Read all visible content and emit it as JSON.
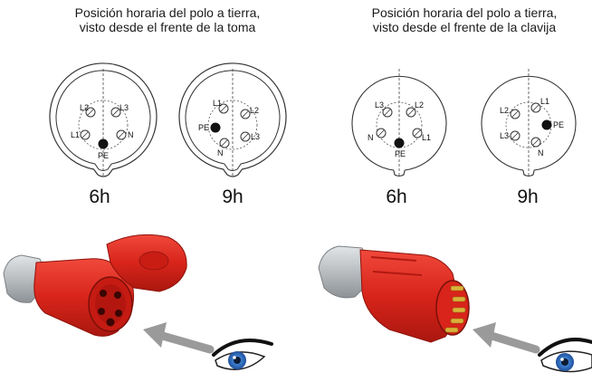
{
  "left_caption": {
    "line1": "Posición horaria del polo a tierra,",
    "line2": "visto desde el frente de la toma"
  },
  "right_caption": {
    "line1": "Posición horaria del polo a tierra,",
    "line2": "visto desde el frente de la clavija"
  },
  "diagrams": [
    {
      "hour": "6h",
      "kind": "socket",
      "pins": [
        "L2",
        "L3",
        "L1",
        "N",
        "PE"
      ]
    },
    {
      "hour": "9h",
      "kind": "socket",
      "pins": [
        "L1",
        "L2",
        "PE",
        "L3",
        "N"
      ]
    },
    {
      "hour": "6h",
      "kind": "plug",
      "pins": [
        "L3",
        "L2",
        "N",
        "L1",
        "PE"
      ]
    },
    {
      "hour": "9h",
      "kind": "plug",
      "pins": [
        "L1",
        "L2",
        "PE",
        "L3",
        "N"
      ]
    }
  ],
  "colors": {
    "plug_red": "#e0261b",
    "grey_cap": "#b8bcbf",
    "arrow_grey": "#9a9a9a",
    "eye_blue": "#3d7fd1"
  },
  "illustrations": [
    "red-socket-photo",
    "red-plug-photo",
    "viewing-arrow",
    "eye-icon"
  ]
}
